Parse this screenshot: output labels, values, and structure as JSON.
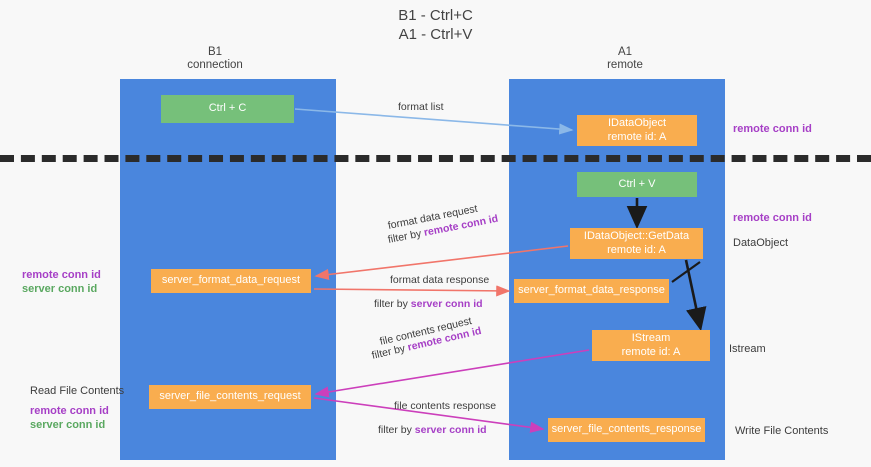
{
  "title": {
    "line1": "B1 - Ctrl+C",
    "line2": "A1 - Ctrl+V"
  },
  "columns": {
    "left": {
      "name": "B1",
      "role": "connection"
    },
    "right": {
      "name": "A1",
      "role": "remote"
    }
  },
  "nodes": {
    "ctrl_c": {
      "label": "Ctrl + C",
      "color": "#76c07a"
    },
    "idataobject": {
      "line1": "IDataObject",
      "line2": "remote id: A",
      "color": "#f9ad4f"
    },
    "ctrl_v": {
      "label": "Ctrl + V",
      "color": "#76c07a"
    },
    "getdata": {
      "line1": "IDataObject::GetData",
      "line2": "remote id: A",
      "color": "#f9ad4f"
    },
    "server_format_data_request": {
      "label": "server_format_data_request",
      "color": "#f9ad4f"
    },
    "server_format_data_response": {
      "label": "server_format_data_response",
      "color": "#f9ad4f"
    },
    "istream": {
      "line1": "IStream",
      "line2": "remote id: A",
      "color": "#f9ad4f"
    },
    "server_file_contents_request": {
      "label": "server_file_contents_request",
      "color": "#f9ad4f"
    },
    "server_file_contents_response": {
      "label": "server_file_contents_response",
      "color": "#f9ad4f"
    }
  },
  "edges": {
    "format_list": {
      "label": "format list"
    },
    "format_data_request": {
      "label": "format data request",
      "filter_prefix": "filter by ",
      "filter_key": "remote conn id"
    },
    "format_data_response": {
      "label": "format data response",
      "filter_prefix": "filter by ",
      "filter_key": "server conn id"
    },
    "file_contents_request": {
      "label": "file contents request",
      "filter_prefix": "filter by ",
      "filter_key": "remote conn id"
    },
    "file_contents_response": {
      "label": "file contents response",
      "filter_prefix": "filter by ",
      "filter_key": "server conn id"
    }
  },
  "annotations": {
    "right_remote_conn_id_top": "remote conn id",
    "right_remote_conn_id_mid": "remote conn id",
    "right_dataobject": "DataObject",
    "right_istream": "Istream",
    "right_write_file_contents": "Write File Contents",
    "left_mid": {
      "remote": "remote conn id",
      "server": "server conn id"
    },
    "left_bottom": {
      "heading": "Read File Contents",
      "remote": "remote conn id",
      "server": "server conn id"
    }
  },
  "colors": {
    "lane": "#4a86dd",
    "green_node": "#76c07a",
    "orange_node": "#f9ad4f",
    "purple_text": "#a63fc6",
    "green_text": "#5aa860",
    "divider": "#2b2b2b",
    "arrow_blue": "#8bb8e8",
    "arrow_red": "#f1756a",
    "arrow_magenta": "#cc3fbb",
    "arrow_black": "#1a1a1a",
    "background": "#f8f8f8"
  }
}
